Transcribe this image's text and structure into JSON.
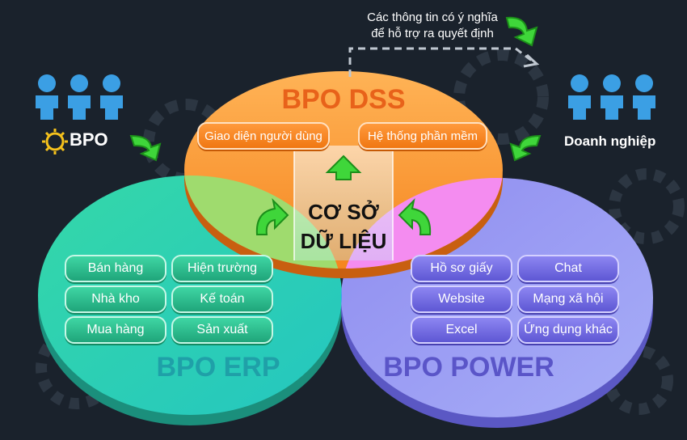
{
  "note": {
    "line1": "Các thông tin có ý nghĩa",
    "line2": "để hỗ trợ ra quyết định"
  },
  "labels": {
    "bpo": "BPO",
    "business": "Doanh nghiệp"
  },
  "dss": {
    "title": "BPO DSS",
    "items": [
      "Giao diện người dùng",
      "Hệ thống phần mềm"
    ]
  },
  "database": {
    "line1": "CƠ SỞ",
    "line2": "DỮ LIỆU"
  },
  "erp": {
    "title": "BPO ERP",
    "items": [
      "Bán hàng",
      "Hiện trường",
      "Nhà kho",
      "Kế toán",
      "Mua hàng",
      "Sản xuất"
    ]
  },
  "power": {
    "title": "BPO POWER",
    "items": [
      "Hồ sơ giấy",
      "Chat",
      "Website",
      "Mạng xã hội",
      "Excel",
      "Ứng dụng khác"
    ]
  },
  "colors": {
    "background": "#1a222c",
    "dss": "#f5851f",
    "erp": "#35d8a8",
    "power": "#8f8cf0",
    "arrow": "#3fd63a",
    "people": "#3b9fe4"
  }
}
